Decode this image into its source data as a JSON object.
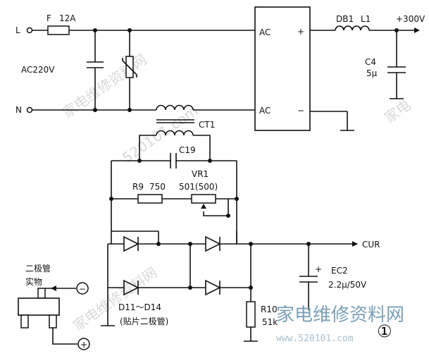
{
  "labels": {
    "L": "L",
    "N": "N",
    "F": "F",
    "F_rating": "12A",
    "ac220v": "AC220V",
    "ac_top": "AC",
    "ac_bot": "AC",
    "plus": "+",
    "minus": "−",
    "db1": "DB1",
    "l1": "L1",
    "v300": "+300V",
    "c4": "C4",
    "c4_val": "5μ",
    "ct1": "CT1",
    "c19": "C19",
    "vr1": "VR1",
    "r9": "R9",
    "r9_val": "750",
    "vr1_val": "501(500)",
    "cur": "CUR",
    "ec2": "EC2",
    "ec2_val": "2.2μ/50V",
    "r10": "R10",
    "r10_val": "51k",
    "d11": "D11～D14",
    "d11_note": "(贴片二极管)",
    "diode_real_1": "二极管",
    "diode_real_2": "实物",
    "term_minus": "−",
    "term_plus": "+",
    "fig_num": "①"
  },
  "watermarks": {
    "wm_a": "家电维修资料网",
    "wm_b": "520101.com",
    "wm_c": "家电维修资料网",
    "wm_d": "家电",
    "wm_e": "www.520101.com"
  }
}
